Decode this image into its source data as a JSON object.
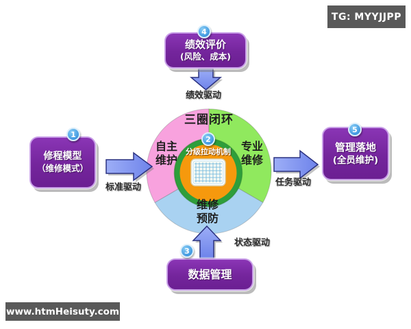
{
  "meta": {
    "tg_badge": "TG: MYYJJPP",
    "watermark": "www.htmHeisuty.com"
  },
  "diagram": {
    "title": "三圈闭环",
    "center": {
      "badge": "2",
      "label": "分级拉动机制"
    },
    "segments": {
      "left": {
        "line1": "自主",
        "line2": "维护",
        "color": "#F8A2DE"
      },
      "right": {
        "line1": "专业",
        "line2": "维修",
        "color": "#90E95E"
      },
      "bottom": {
        "line1": "维修",
        "line2": "预防",
        "color": "#A9D2F1"
      }
    }
  },
  "boxes": {
    "model": {
      "badge": "1",
      "line1": "修程模型",
      "line2": "（维修模式）"
    },
    "data": {
      "badge": "3",
      "line1": "数据管理"
    },
    "evaluation": {
      "badge": "4",
      "line1": "绩效评价",
      "line2": "(风险、成本)"
    },
    "landing": {
      "badge": "5",
      "line1": "管理落地",
      "line2": "(全员维护)"
    }
  },
  "arrow_labels": {
    "top": "绩效驱动",
    "left": "标准驱动",
    "right": "任务驱动",
    "bottom": "状态驱动"
  },
  "colors": {
    "box_purple": "#74259C",
    "badge_blue": "#3D96DF",
    "arrow_blue": "#8297F2",
    "center_orange": "#F6990D",
    "ring_green": "#2E9E3B",
    "gray_badge": "#595959"
  }
}
